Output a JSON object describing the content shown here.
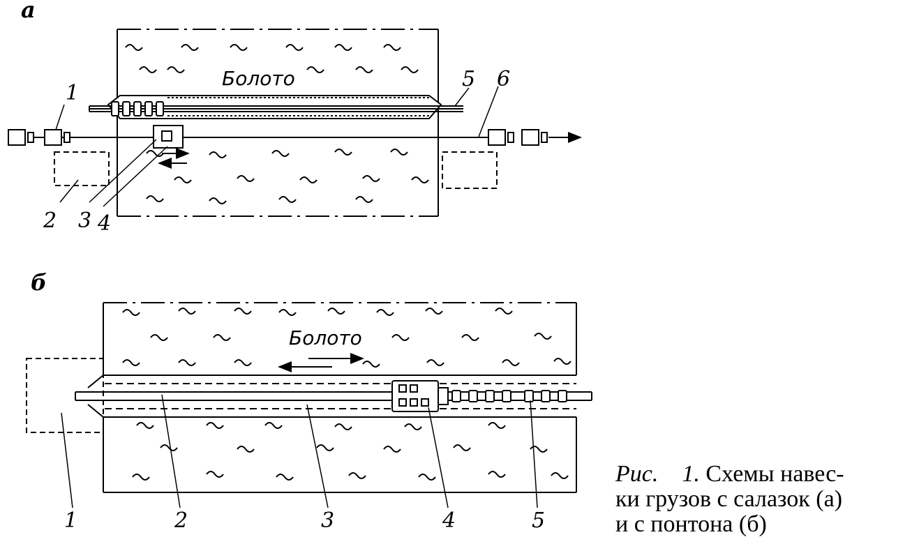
{
  "panel_a": {
    "letter": "а",
    "swamp_label": "Болото",
    "callouts": [
      "1",
      "2",
      "3",
      "4",
      "5",
      "6"
    ]
  },
  "panel_b": {
    "letter": "б",
    "swamp_label": "Болото",
    "callouts": [
      "1",
      "2",
      "3",
      "4",
      "5"
    ]
  },
  "caption": {
    "prefix": "Рис.",
    "number": "1.",
    "line1": "Схемы навес-",
    "line2": "ки грузов с салазок (а)",
    "line3": "и с понтона (б)"
  }
}
